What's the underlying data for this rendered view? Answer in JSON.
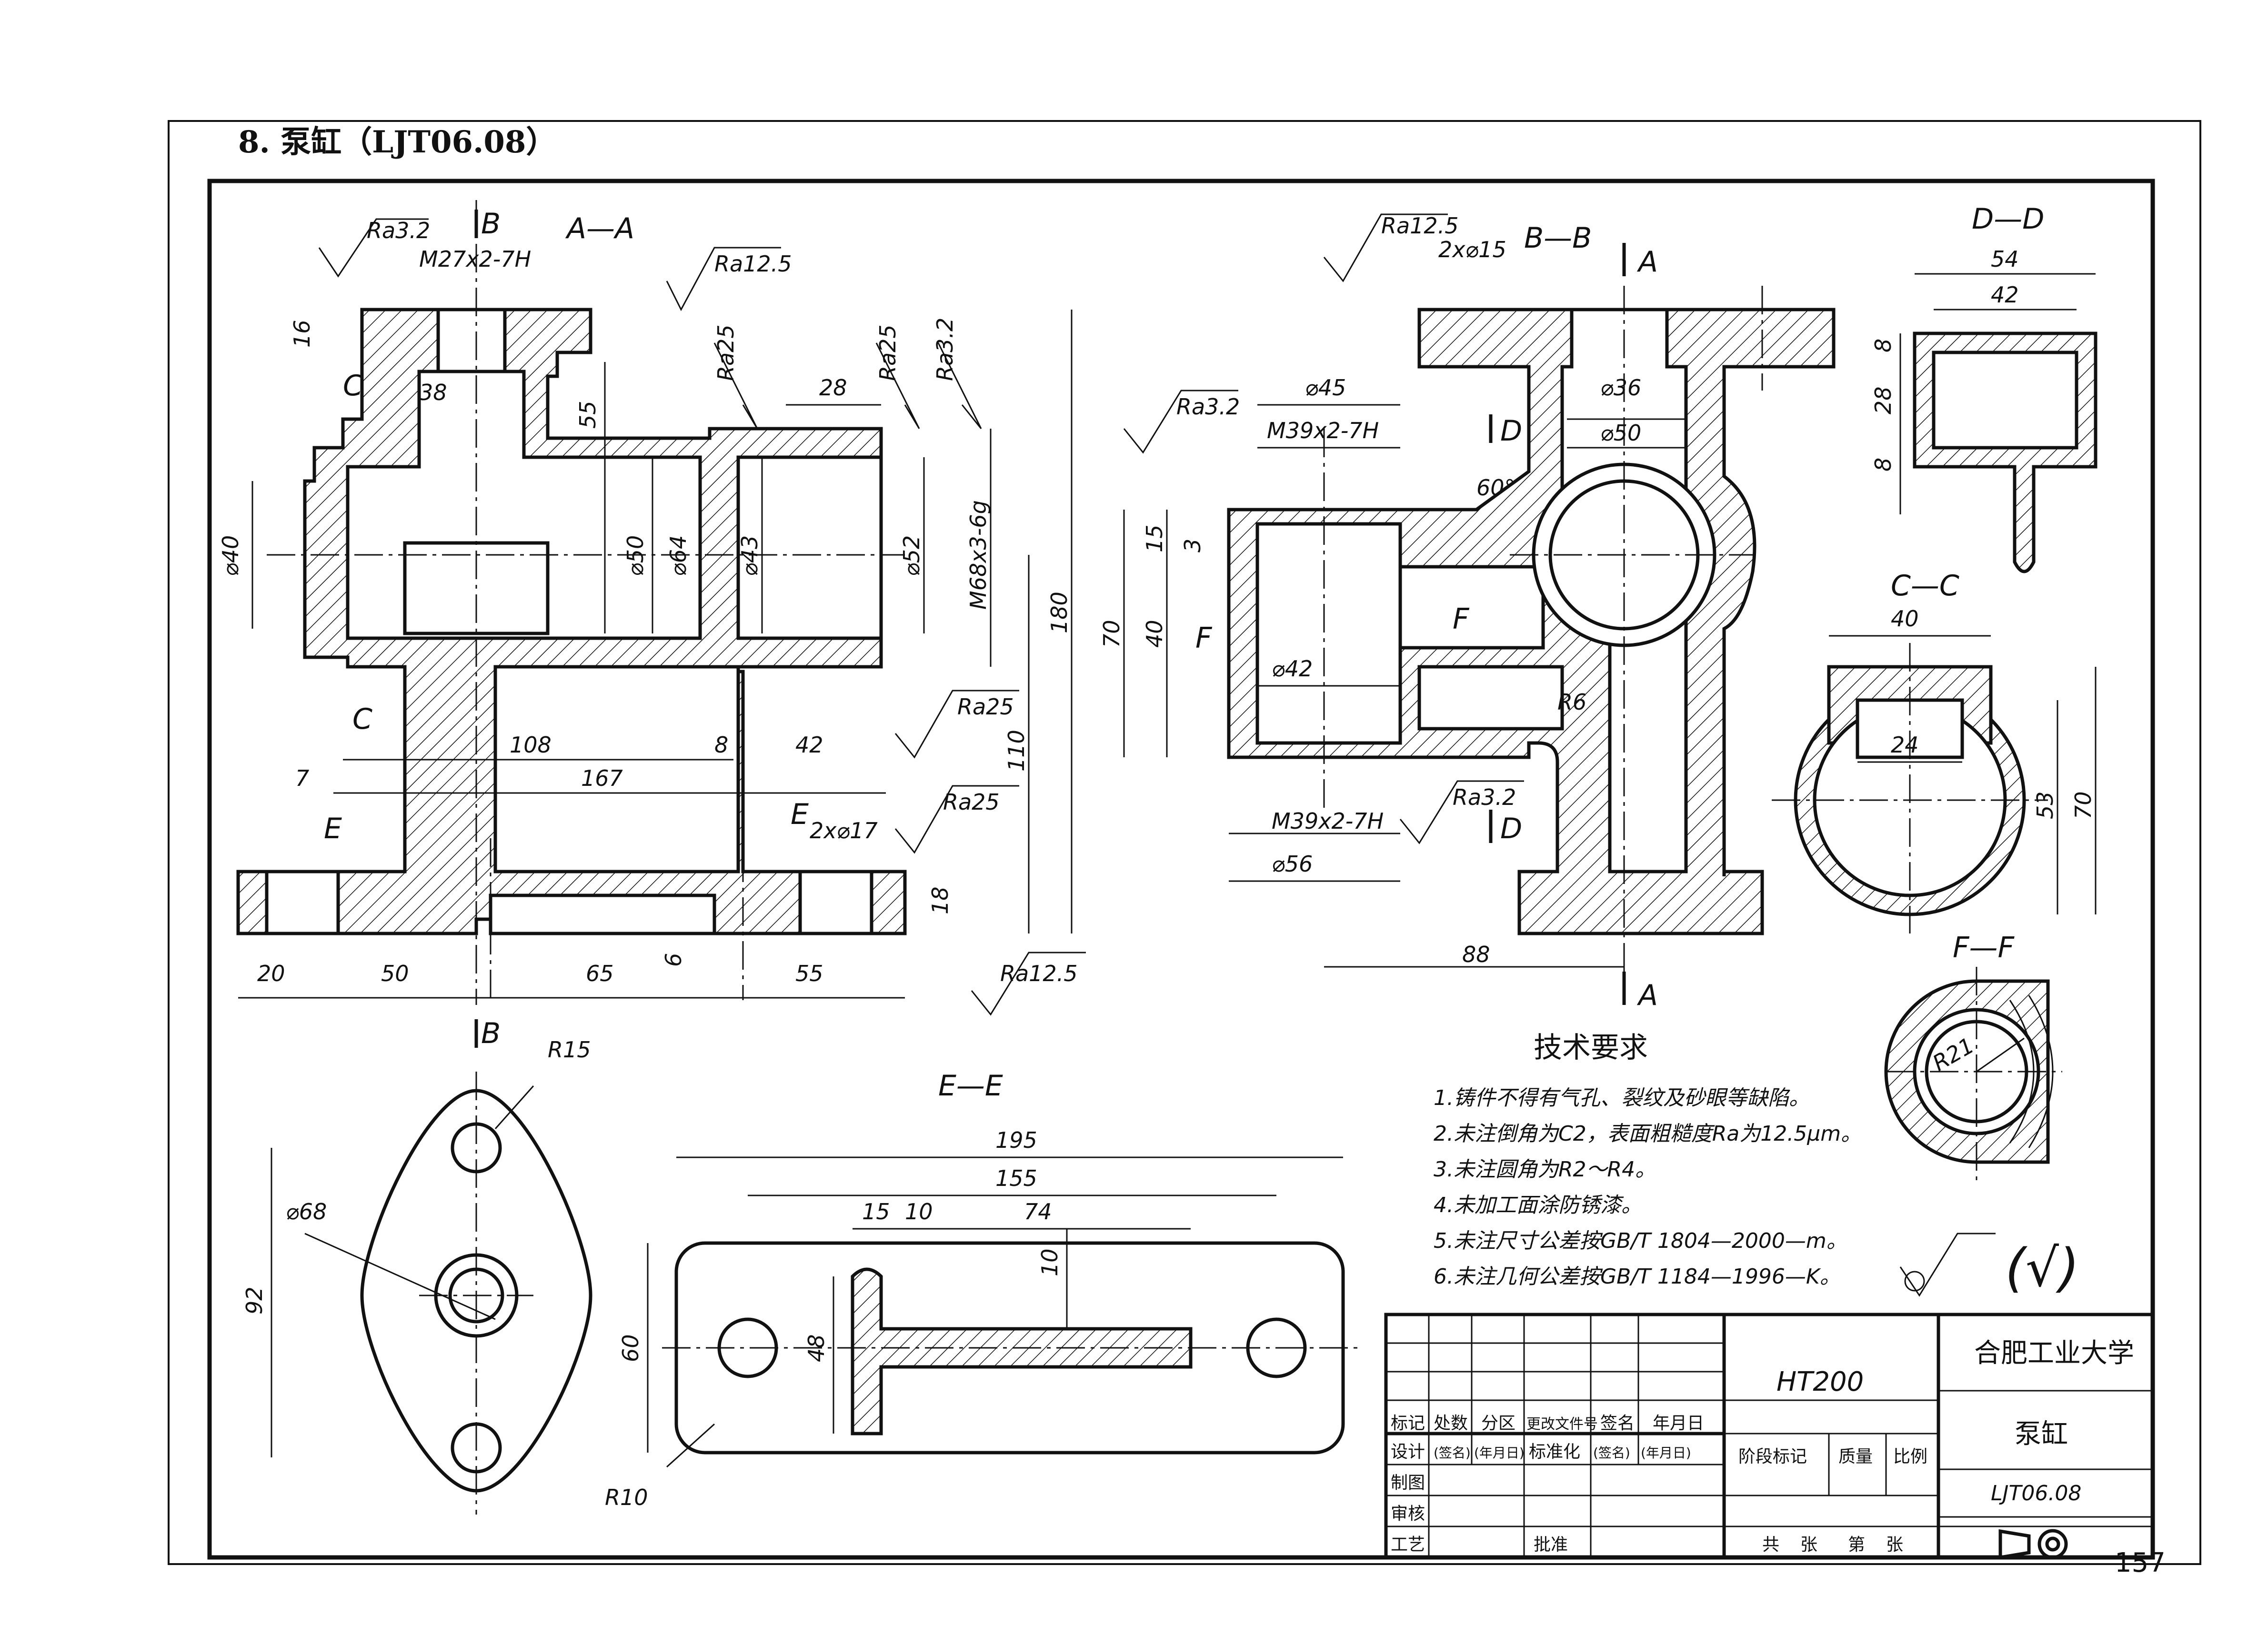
{
  "page": {
    "heading": "8. 泵缸（LJT06.08）",
    "page_number": "157"
  },
  "views": {
    "aa": "A—A",
    "bb": "B—B",
    "cc": "C—C",
    "dd": "D—D",
    "ee": "E—E",
    "ff": "F—F"
  },
  "section_marks": {
    "a": "A",
    "b": "B",
    "c": "C",
    "d": "D",
    "e": "E",
    "f": "F"
  },
  "dims_aa": {
    "thread_top": "M27x2-7H",
    "d16": "16",
    "d38": "38",
    "d55": "55",
    "d28": "28",
    "d40": "⌀40",
    "d50": "⌀50",
    "d64": "⌀64",
    "d43": "⌀43",
    "d52": "⌀52",
    "thread_right": "M68x3-6g",
    "d180": "180",
    "d110": "110",
    "d108": "108",
    "d8": "8",
    "d42": "42",
    "d167": "167",
    "d7": "7",
    "d2x17": "2x⌀17",
    "d18": "18",
    "d6": "6",
    "d20": "20",
    "d50b": "50",
    "d65": "65",
    "d55b": "55"
  },
  "dims_bb": {
    "d2x15": "2x⌀15",
    "d45": "⌀45",
    "thread1": "M39x2-7H",
    "d36": "⌀36",
    "d50": "⌀50",
    "d60": "60°",
    "d15": "15",
    "d3": "3",
    "d70": "70",
    "d40": "40",
    "d42": "⌀42",
    "r6": "R6",
    "thread2": "M39x2-7H",
    "d56": "⌀56",
    "d88": "88"
  },
  "dims_dd": {
    "d54": "54",
    "d42": "42",
    "d8a": "8",
    "d28": "28",
    "d8b": "8"
  },
  "dims_cc": {
    "d40": "40",
    "d24": "24",
    "d53": "53",
    "d70": "70"
  },
  "dims_ff": {
    "r21": "R21"
  },
  "dims_b": {
    "r15": "R15",
    "d68": "⌀68",
    "d92": "92"
  },
  "dims_ee": {
    "d195": "195",
    "d155": "155",
    "d15": "15",
    "d10a": "10",
    "d74": "74",
    "d10b": "10",
    "d60": "60",
    "d48": "48",
    "r10": "R10"
  },
  "roughness": {
    "ra32": "Ra3.2",
    "ra125": "Ra12.5",
    "ra25": "Ra25"
  },
  "tech": {
    "title": "技术要求",
    "items": [
      "1.铸件不得有气孔、裂纹及砂眼等缺陷。",
      "2.未注倒角为C2，表面粗糙度Ra为12.5μm。",
      "3.未注圆角为R2～R4。",
      "4.未加工面涂防锈漆。",
      "5.未注尺寸公差按GB/T 1804—2000—m。",
      "6.未注几何公差按GB/T 1184—1996—K。"
    ],
    "general_rough": "(√)"
  },
  "title_block": {
    "material": "HT200",
    "school": "合肥工业大学",
    "part_name": "泵缸",
    "drawing_no": "LJT06.08",
    "headers": [
      "标记",
      "处数",
      "分区",
      "更改文件号",
      "签名",
      "年月日"
    ],
    "row_design": [
      "设计",
      "(签名)",
      "(年月日)",
      "标准化",
      "(签名)",
      "(年月日)"
    ],
    "stage": "阶段标记",
    "mass": "质量",
    "scale": "比例",
    "draw": "制图",
    "check": "审核",
    "process": "工艺",
    "approve": "批准",
    "total": "共",
    "sheets": "张",
    "sheet_no": "第",
    "sheets2": "张"
  }
}
